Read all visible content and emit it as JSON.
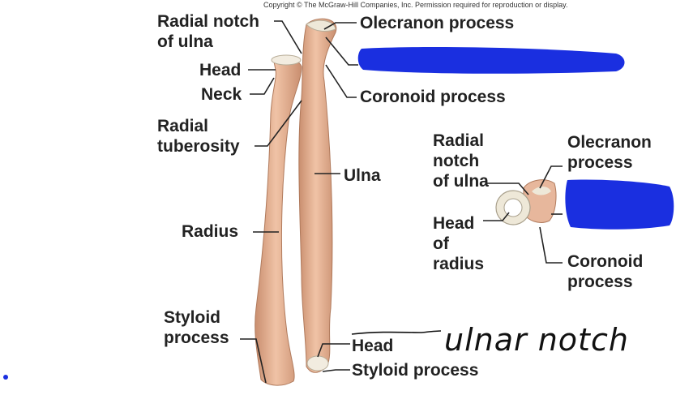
{
  "copyright": "Copyright © The McGraw-Hill Companies, Inc. Permission required for reproduction or display.",
  "main_labels": {
    "radial_notch_line1": "Radial notch",
    "radial_notch_line2": "of ulna",
    "head": "Head",
    "neck": "Neck",
    "radial_tuberosity_line1": "Radial",
    "radial_tuberosity_line2": "tuberosity",
    "radius": "Radius",
    "styloid_line1": "Styloid",
    "styloid_line2": "process",
    "olecranon": "Olecranon process",
    "coronoid": "Coronoid process",
    "ulna": "Ulna",
    "ulna_head": "Head",
    "ulna_styloid": "Styloid process"
  },
  "inset_labels": {
    "radial_notch_line1": "Radial",
    "radial_notch_line2": "notch",
    "radial_notch_line3": "of ulna",
    "olecranon_line1": "Olecranon",
    "olecranon_line2": "process",
    "head_radius_line1": "Head",
    "head_radius_line2": "of",
    "head_radius_line3": "radius",
    "coronoid_line1": "Coronoid",
    "coronoid_line2": "process"
  },
  "annotation": {
    "handwritten": "ulnar notch"
  },
  "colors": {
    "bone": "#e8b79a",
    "bone_shadow": "#c98e6f",
    "cartilage": "#eee8d8",
    "redaction": "#1a2fe0",
    "leader": "#222222"
  }
}
